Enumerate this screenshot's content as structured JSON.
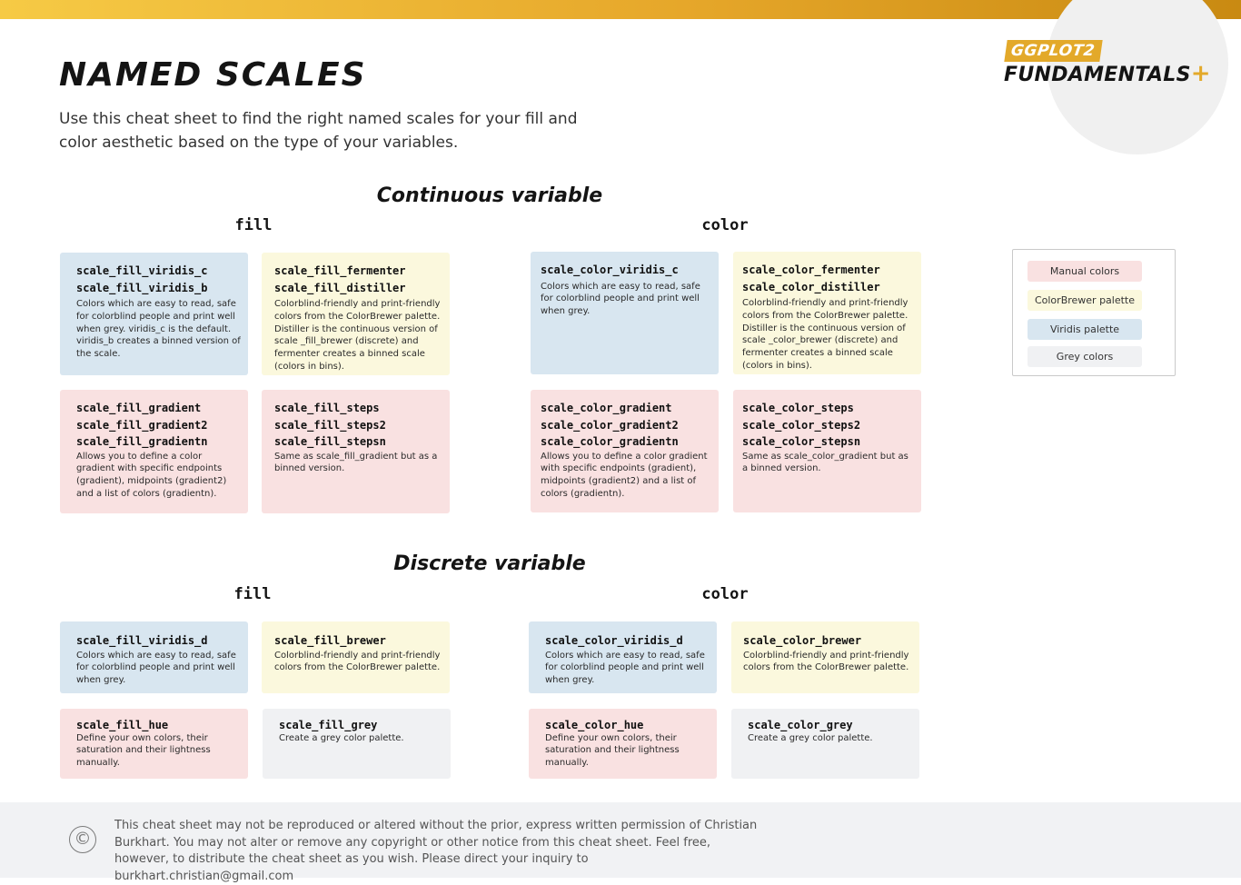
{
  "logo": {
    "line1": "GGPLOT2",
    "line2": "FUNDAMENTALS",
    "plus": "+"
  },
  "title": "NAMED SCALES",
  "intro": "Use this cheat sheet to find the right named scales for your fill and color aesthetic based on the type of your variables.",
  "continuous": {
    "heading": "Continuous variable",
    "fill_label": "fill",
    "color_label": "color",
    "cards": [
      {
        "fns": [
          "scale_fill_viridis_c",
          "scale_fill_viridis_b"
        ],
        "desc": "Colors which are easy to read, safe for colorblind people and print well when grey. viridis_c is the default. viridis_b creates a binned version of the scale."
      },
      {
        "fns": [
          "scale_fill_fermenter",
          "scale_fill_distiller"
        ],
        "desc": "Colorblind-friendly and print-friendly colors from the ColorBrewer palette. Distiller is the continuous version of scale _fill_brewer (discrete) and fermenter creates a binned scale (colors in bins)."
      },
      {
        "fns": [
          "scale_color_viridis_c"
        ],
        "desc": "Colors which are easy to read, safe for colorblind people and print well when grey."
      },
      {
        "fns": [
          "scale_color_fermenter",
          "scale_color_distiller"
        ],
        "desc": "Colorblind-friendly and print-friendly colors from the ColorBrewer palette. Distiller is the continuous version of scale _color_brewer (discrete) and fermenter creates a binned scale (colors in bins)."
      },
      {
        "fns": [
          "scale_fill_gradient",
          "scale_fill_gradient2",
          "scale_fill_gradientn"
        ],
        "desc": "Allows you to define a color gradient with specific endpoints (gradient), midpoints (gradient2) and a list of colors (gradientn)."
      },
      {
        "fns": [
          "scale_fill_steps",
          "scale_fill_steps2",
          "scale_fill_stepsn"
        ],
        "desc": "Same as scale_fill_gradient but as a binned version."
      },
      {
        "fns": [
          "scale_color_gradient",
          "scale_color_gradient2",
          "scale_color_gradientn"
        ],
        "desc": "Allows you to define a color gradient with specific endpoints (gradient), midpoints (gradient2) and a list of colors (gradientn)."
      },
      {
        "fns": [
          "scale_color_steps",
          "scale_color_steps2",
          "scale_color_stepsn"
        ],
        "desc": "Same as scale_color_gradient but as a binned version."
      }
    ]
  },
  "discrete": {
    "heading": "Discrete variable",
    "fill_label": "fill",
    "color_label": "color",
    "cards": [
      {
        "fns": [
          "scale_fill_viridis_d"
        ],
        "desc": "Colors which are easy to read, safe for colorblind people and print well when grey."
      },
      {
        "fns": [
          "scale_fill_brewer"
        ],
        "desc": "Colorblind-friendly and print-friendly colors from the ColorBrewer palette."
      },
      {
        "fns": [
          "scale_color_viridis_d"
        ],
        "desc": "Colors which are easy to read, safe for colorblind people and print well when grey."
      },
      {
        "fns": [
          "scale_color_brewer"
        ],
        "desc": "Colorblind-friendly and print-friendly colors from the ColorBrewer palette."
      },
      {
        "fns": [
          "scale_fill_hue"
        ],
        "desc": "Define your own colors, their saturation and their lightness manually."
      },
      {
        "fns": [
          "scale_fill_grey"
        ],
        "desc": "Create a grey color palette."
      },
      {
        "fns": [
          "scale_color_hue"
        ],
        "desc": "Define your own colors, their saturation and their lightness manually."
      },
      {
        "fns": [
          "scale_color_grey"
        ],
        "desc": "Create a grey color palette."
      }
    ]
  },
  "legend": [
    {
      "label": "Manual colors",
      "color": "#f9e1e1"
    },
    {
      "label": "ColorBrewer palette",
      "color": "#fbf8dd"
    },
    {
      "label": "Viridis palette",
      "color": "#d8e6f0"
    },
    {
      "label": "Grey colors",
      "color": "#f0f1f3"
    }
  ],
  "footer": {
    "icon": "copyright-icon",
    "text": "This cheat sheet may not be reproduced or altered without the prior, express written permission of Christian Burkhart. You may not alter or remove any copyright or other notice from this cheat sheet. Feel free, however, to distribute the cheat sheet as you wish. Please direct your inquiry to burkhart.christian@gmail.com"
  }
}
